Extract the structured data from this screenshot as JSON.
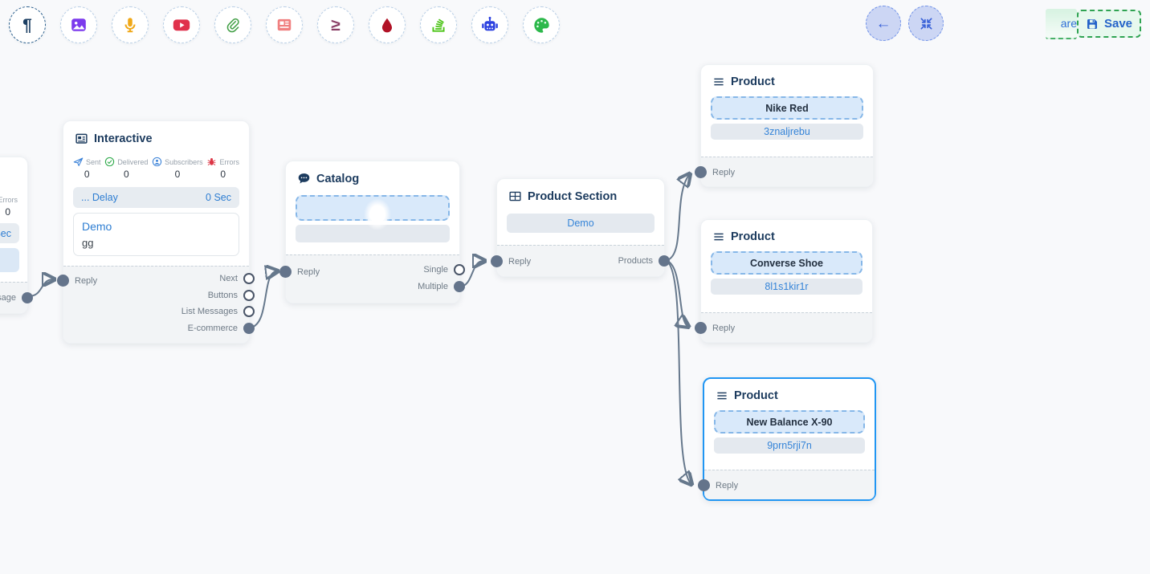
{
  "toolbar": {
    "items": [
      {
        "icon": "paragraph-icon",
        "color": "#1c3f63",
        "active": true
      },
      {
        "icon": "image-icon",
        "color": "#7c3aed",
        "active": false
      },
      {
        "icon": "microphone-icon",
        "color": "#f0a818",
        "active": false
      },
      {
        "icon": "youtube-icon",
        "color": "#e0314b",
        "active": false
      },
      {
        "icon": "paperclip-icon",
        "color": "#43a047",
        "active": false
      },
      {
        "icon": "newspaper-icon",
        "color": "#f08080",
        "active": false
      },
      {
        "icon": "greater-equal-icon",
        "color": "#8a3f66",
        "active": false
      },
      {
        "icon": "droplet-icon",
        "color": "#b11226",
        "active": false
      },
      {
        "icon": "stack-icon",
        "color": "#4cc417",
        "active": false
      },
      {
        "icon": "robot-icon",
        "color": "#2c41e0",
        "active": false
      },
      {
        "icon": "palette-icon",
        "color": "#2db84b",
        "active": false
      }
    ],
    "greater_equal_glyph": "≥",
    "paragraph_glyph": "¶"
  },
  "topbar": {
    "back_glyph": "←",
    "save_label": "Save",
    "partial_text": "are"
  },
  "colors": {
    "accent_blue": "#2d7dd2",
    "save_green": "#2fa352",
    "selection_blue": "#2196f3",
    "edge_gray": "#66788c",
    "arrow_navy": "#1d3a57"
  },
  "nodes": {
    "partial": {
      "stats_label": "Errors",
      "stats_value": "0",
      "delay_value": "Sec",
      "output_label": "essage"
    },
    "interactive": {
      "title": "Interactive",
      "stats": [
        {
          "icon": "send-icon",
          "label": "Sent",
          "value": "0"
        },
        {
          "icon": "delivered-icon",
          "label": "Delivered",
          "value": "0"
        },
        {
          "icon": "subscribers-icon",
          "label": "Subscribers",
          "value": "0"
        },
        {
          "icon": "errors-icon",
          "label": "Errors",
          "value": "0"
        }
      ],
      "delay_label": "... Delay",
      "delay_value": "0 Sec",
      "message_title": "Demo",
      "message_body": "gg",
      "input_label": "Reply",
      "outputs": [
        {
          "label": "Next",
          "connected": false
        },
        {
          "label": "Buttons",
          "connected": false
        },
        {
          "label": "List Messages",
          "connected": false
        },
        {
          "label": "E-commerce",
          "connected": true
        }
      ]
    },
    "catalog": {
      "title": "Catalog",
      "input_label": "Reply",
      "outputs": [
        {
          "label": "Single",
          "connected": false
        },
        {
          "label": "Multiple",
          "connected": true
        }
      ]
    },
    "product_section": {
      "title": "Product Section",
      "button_label": "Demo",
      "input_label": "Reply",
      "output_label": "Products"
    },
    "products": [
      {
        "title": "Product",
        "name": "Nike Red",
        "retailer_id": "3znaljrebu",
        "input_label": "Reply",
        "selected": false
      },
      {
        "title": "Product",
        "name": "Converse Shoe",
        "retailer_id": "8l1s1kir1r",
        "input_label": "Reply",
        "selected": false
      },
      {
        "title": "Product",
        "name": "New Balance X-90",
        "retailer_id": "9prn5rji7n",
        "input_label": "Reply",
        "selected": true
      }
    ]
  }
}
